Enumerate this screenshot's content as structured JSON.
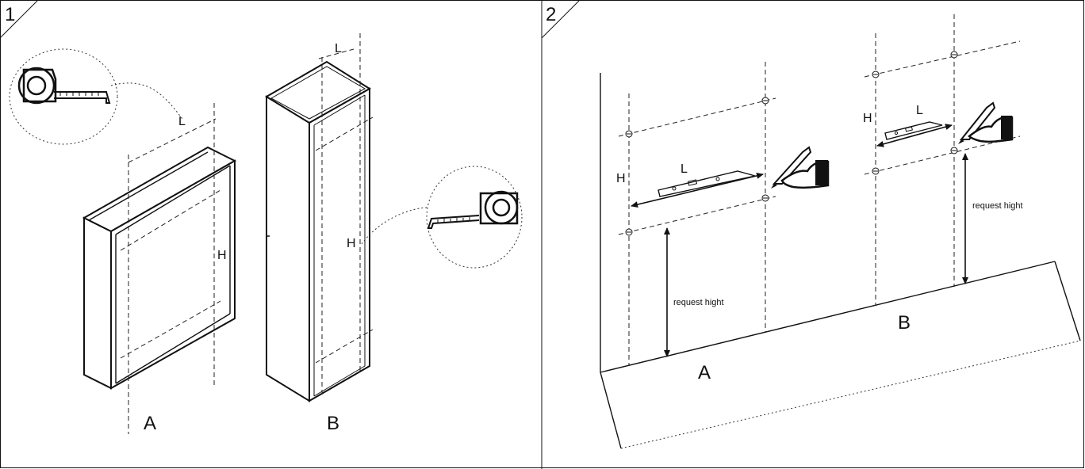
{
  "panel1": {
    "step_number": "1",
    "label_L_left": "L",
    "label_H_left": "H",
    "label_L_right": "L",
    "label_H_right": "H",
    "label_A": "A",
    "label_B": "B"
  },
  "panel2": {
    "step_number": "2",
    "label_H_a": "H",
    "label_L_a": "L",
    "label_H_b": "H",
    "label_L_b": "L",
    "request_a": "request hight",
    "request_b": "request hight",
    "label_A": "A",
    "label_B": "B"
  },
  "icons": {
    "tape_measure": "tape-measure-icon",
    "spirit_level": "spirit-level-icon",
    "hand_pencil": "hand-pencil-icon",
    "screw_mark": "screw-mark-icon"
  }
}
